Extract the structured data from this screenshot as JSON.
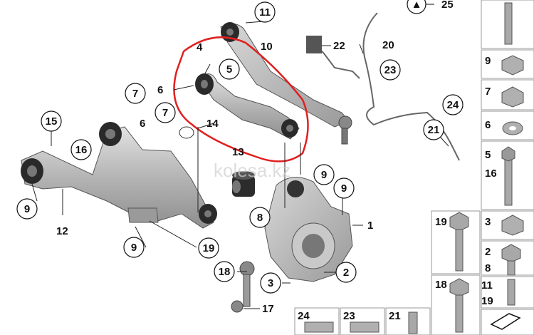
{
  "diagram": {
    "callouts": {
      "c25": "25",
      "c11": "11",
      "c10": "10",
      "c4": "4",
      "c5": "5",
      "c22": "22",
      "c20": "20",
      "c23": "23",
      "c7a": "7",
      "c6a": "6",
      "c6b": "6",
      "c7b": "7",
      "c14": "14",
      "c24": "24",
      "c21": "21",
      "c15": "15",
      "c16": "16",
      "c13": "13",
      "c9a": "9",
      "c9b": "9",
      "c9c": "9",
      "c12": "12",
      "c8": "8",
      "c1": "1",
      "c19": "19",
      "c9d": "9",
      "c18": "18",
      "c3": "3",
      "c2": "2",
      "c17": "17"
    },
    "watermark": "kolesa.kz",
    "legend": {
      "l9": "9",
      "l7": "7",
      "l6": "6",
      "l5": "5",
      "l16": "16",
      "l19": "19",
      "l3": "3",
      "l2": "2",
      "l8": "8",
      "l18": "18",
      "l11": "11",
      "l19b": "19",
      "l24": "24",
      "l23": "23",
      "l21": "21"
    }
  },
  "colors": {
    "highlight": "#e02020",
    "part": "#b8b8b8",
    "line": "#333333"
  }
}
